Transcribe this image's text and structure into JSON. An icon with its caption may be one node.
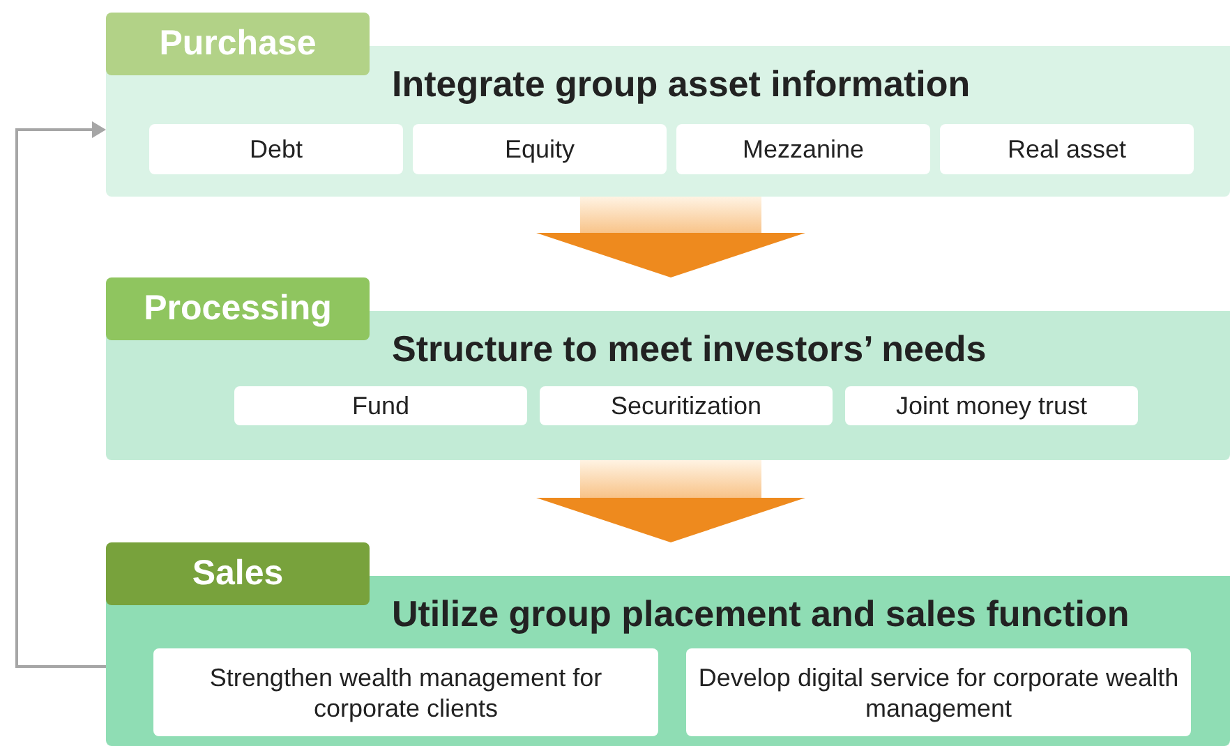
{
  "diagram": {
    "nodes": [
      {
        "text": [
          "Purchase",
          "Integrate group asset information"
        ]
      },
      {
        "text": [
          "Debt"
        ],
        "in": 0
      },
      {
        "text": [
          "Equity"
        ],
        "in": 0
      },
      {
        "text": [
          "Mezzanine"
        ],
        "in": 0
      },
      {
        "text": [
          "Real asset"
        ],
        "in": 0
      },
      {
        "text": [
          "Processing",
          "Structure to meet investors’ needs"
        ]
      },
      {
        "text": [
          "Fund"
        ],
        "in": 5
      },
      {
        "text": [
          "Securitization"
        ],
        "in": 5
      },
      {
        "text": [
          "Joint money trust"
        ],
        "in": 5
      },
      {
        "text": [
          "Sales",
          "Utilize group placement and sales function"
        ]
      },
      {
        "text": [
          "Strengthen wealth management for corporate clients"
        ],
        "in": 9
      },
      {
        "text": [
          "Develop digital service for corporate wealth management"
        ],
        "in": 9
      }
    ],
    "edges": [
      {
        "from": 0,
        "to": 5,
        "arrow": "to",
        "style": "thick"
      },
      {
        "from": 5,
        "to": 9,
        "arrow": "to",
        "style": "thick"
      },
      {
        "from": 9,
        "to": 0,
        "arrow": "to",
        "color": "#a6a6a6"
      }
    ]
  }
}
